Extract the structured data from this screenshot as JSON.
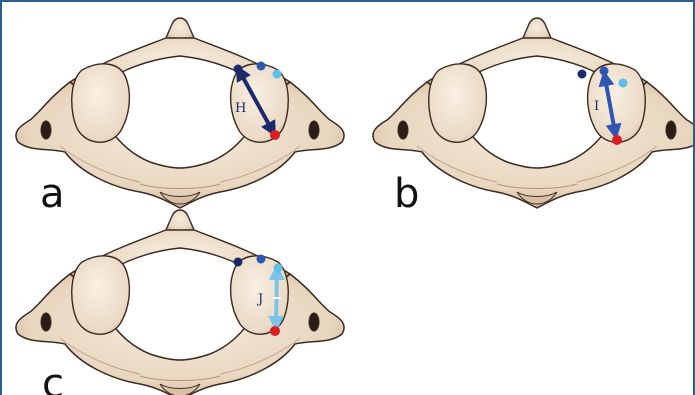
{
  "panels": [
    {
      "label": "a",
      "measurement": "H",
      "arrow_color": "#1b2a6b",
      "from": "dark-blue-point",
      "to": "red-point"
    },
    {
      "label": "b",
      "measurement": "I",
      "arrow_color": "#2f56b0",
      "from": "medium-blue-point",
      "to": "red-point"
    },
    {
      "label": "c",
      "measurement": "J",
      "arrow_color": "#7cc3ea",
      "from": "light-blue-point",
      "to": "red-point"
    }
  ],
  "landmark_colors": {
    "dark_blue": "#1b2a6b",
    "medium_blue": "#2f56b0",
    "light_blue": "#5fbfe8",
    "red": "#d81e26"
  },
  "colors": {
    "frame": "#2d5f8a",
    "bone_fill": "#efe2cf",
    "bone_shadow": "#c9a98c",
    "bone_outline": "#3a2a20"
  }
}
